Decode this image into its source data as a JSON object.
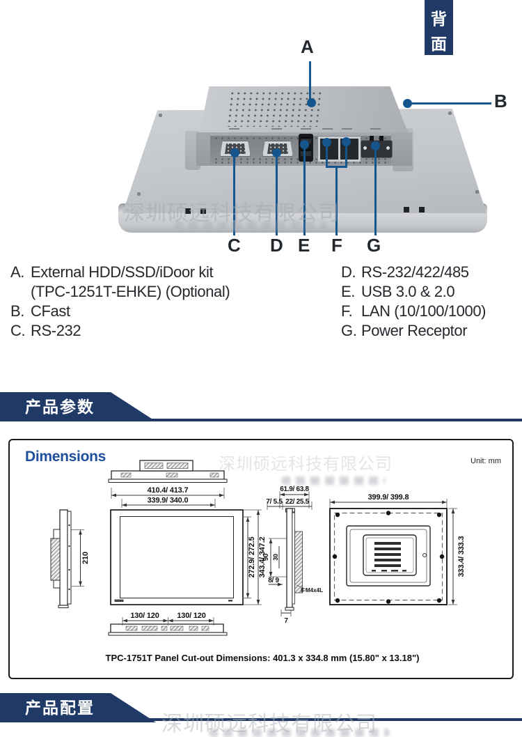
{
  "badge": {
    "char1": "背",
    "char2": "面"
  },
  "callouts": {
    "a": "A",
    "b": "B",
    "c": "C",
    "d": "D",
    "e": "E",
    "f": "F",
    "g": "G"
  },
  "watermark": {
    "company": "深圳硕远科技有限公司"
  },
  "legend": {
    "a_letter": "A.",
    "a_line1": "External HDD/SSD/iDoor kit",
    "a_line2": "(TPC-1251T-EHKE) (Optional)",
    "b_letter": "B.",
    "b_text": "CFast",
    "c_letter": "C.",
    "c_text": "RS-232",
    "d_letter": "D.",
    "d_text": "RS-232/422/485",
    "e_letter": "E.",
    "e_text": "USB 3.0 & 2.0",
    "f_letter": "F.",
    "f_text": "LAN (10/100/1000)",
    "g_letter": "G.",
    "g_text": "Power Receptor"
  },
  "sections": {
    "params": "产品参数",
    "config": "产品配置"
  },
  "dimensions": {
    "title": "Dimensions",
    "unit": "Unit: mm",
    "caption": "TPC-1751T Panel Cut-out Dimensions: 401.3 x 334.8 mm (15.80\" x 13.18\")",
    "labels": {
      "front_width_outer": "410.4/ 413.7",
      "front_width_inner": "339.9/ 340.0",
      "front_height_inner": "272.9/ 272.5",
      "front_height_outer": "343.4/ 347.2",
      "side_height": "210",
      "bottom_span_left": "130/ 120",
      "bottom_span_right": "130/ 120",
      "side2_width": "61.9/ 63.8",
      "side2_width_a": "7/ 5.5",
      "side2_width_b": "22/ 25.5",
      "side2_depth": "90",
      "side2_depth_inner": "30",
      "side2_edge": "8/ 9",
      "side2_screw": "8-M4x4L",
      "side2_bottom": "7",
      "rear_width": "399.9/ 399.8",
      "rear_height": "333.4/ 333.3"
    }
  },
  "colors": {
    "navy": "#1f3a66",
    "callout_blue": "#15568f",
    "dim_title_blue": "#1d4f9c"
  }
}
